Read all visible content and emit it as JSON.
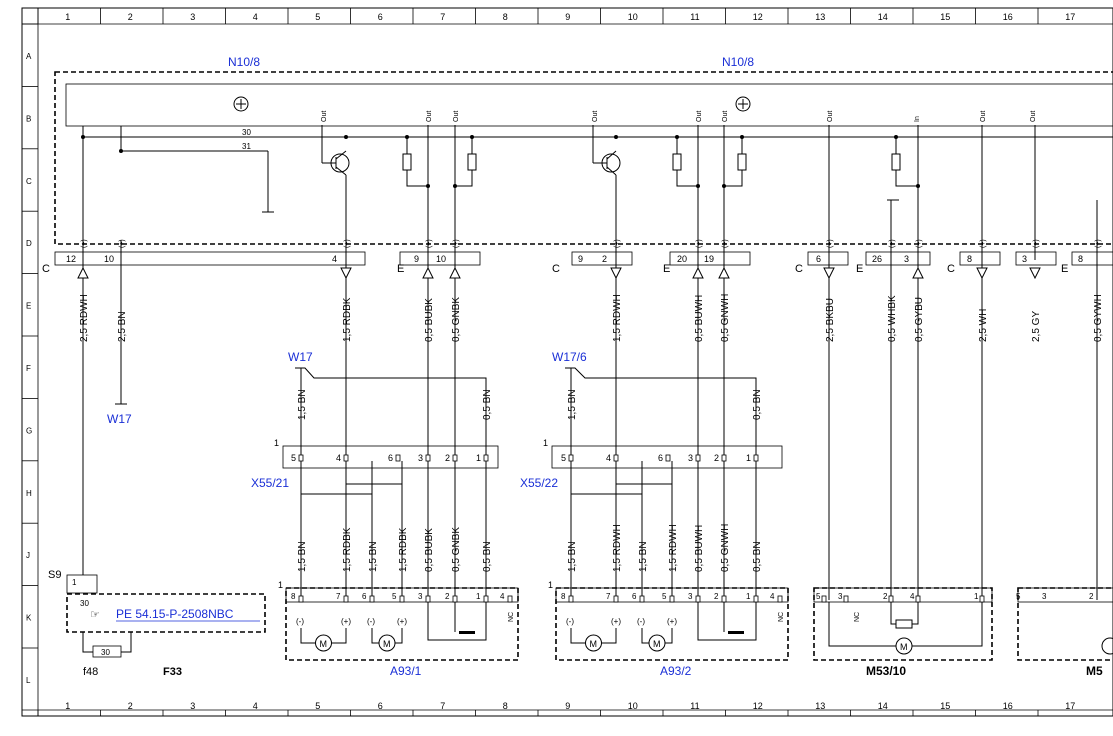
{
  "grid": {
    "columns": [
      "1",
      "2",
      "3",
      "4",
      "5",
      "6",
      "7",
      "8",
      "9",
      "10",
      "11",
      "12",
      "13",
      "14",
      "15",
      "16",
      "17"
    ],
    "rows": [
      "A",
      "B",
      "C",
      "D",
      "E",
      "F",
      "G",
      "H",
      "J",
      "K",
      "L"
    ]
  },
  "components": {
    "n10_8_left": "N10/8",
    "n10_8_right": "N10/8",
    "w17_top": "W17",
    "w17_bottom": "W17",
    "w17_6": "W17/6",
    "x55_21": "X55/21",
    "x55_22": "X55/22",
    "a93_1": "A93/1",
    "a93_2": "A93/2",
    "m53_10": "M53/10",
    "m5x": "M5",
    "s9": "S9",
    "f33": "F33",
    "f48": "f48",
    "fuse": "30",
    "ref": "PE 54.15-P-2508NBC"
  },
  "bus": {
    "b30": "30",
    "b31": "31"
  },
  "pins_out": "Out",
  "pins_in": "In",
  "conn_letters": {
    "c": "C",
    "e": "E"
  },
  "wires": {
    "w1": "2,5 RDWH",
    "w2": "2,5 BN",
    "w3": "1,5 RDBK",
    "w4": "0,5 BUBK",
    "w5": "0,5 GNBK",
    "w6": "1,5 RDWH",
    "w7": "0,5 BUWH",
    "w8": "0,5 GNWH",
    "w9": "2,5 BKBU",
    "w10": "0,5 WHBK",
    "w11": "0,5 GYBU",
    "w12": "2,5 WH",
    "w13": "2,5 GY",
    "w14": "0,5 GYWH",
    "bn15": "1,5 BN",
    "bn05": "0,5 BN"
  },
  "pin_numbers": {
    "p12": "12",
    "p10": "10",
    "p4": "4",
    "p9": "9",
    "p10b": "10",
    "p9b": "9",
    "p2": "2",
    "p20": "20",
    "p19": "19",
    "p6": "6",
    "p26": "26",
    "p3": "3",
    "p8": "8",
    "p3b": "3",
    "p8b": "8"
  },
  "pin_marks": {
    "plus": "(+)",
    "minus": "(-)",
    "nc": "NC",
    "m": "M",
    "one": "1"
  },
  "x55_pins": [
    "5",
    "4",
    "6",
    "3",
    "2",
    "1"
  ],
  "a93_pins": [
    "8",
    "7",
    "6",
    "5",
    "3",
    "2",
    "1",
    "4"
  ],
  "m53_pins": [
    "5",
    "3",
    "2",
    "4",
    "1"
  ],
  "m5_pins": [
    "5",
    "3",
    "2"
  ],
  "s9_pins": [
    "1",
    "30"
  ]
}
